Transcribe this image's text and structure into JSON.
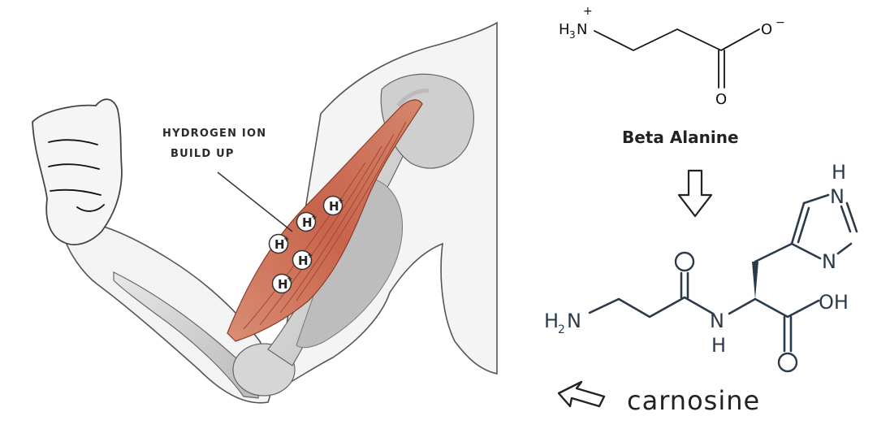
{
  "callout": {
    "line1": "HYDROGEN ION",
    "line2": "BUILD UP"
  },
  "ions": [
    {
      "symbol": "H",
      "charge": "+"
    },
    {
      "symbol": "H",
      "charge": "+"
    },
    {
      "symbol": "H",
      "charge": "+"
    },
    {
      "symbol": "H",
      "charge": "+"
    },
    {
      "symbol": "H",
      "charge": "+"
    }
  ],
  "beta_alanine": {
    "name": "Beta Alanine",
    "amine_group": "H",
    "amine_subscript": "3",
    "amine_atom": "N",
    "amine_charge": "+",
    "carboxylate_oxygen": "O",
    "carboxylate_charge": "−",
    "carbonyl_oxygen": "O"
  },
  "carnosine": {
    "name": "carnosine",
    "amine_group": "H",
    "amine_subscript": "2",
    "amine_atom": "N",
    "amide_oxygen": "O",
    "amide_n": "N",
    "amide_h": "H",
    "acid_oh": "OH",
    "acid_oxygen": "O",
    "ring_nh_n": "N",
    "ring_nh_h": "H",
    "ring_n": "N"
  },
  "arrows": {
    "down": "down-arrow-icon",
    "back": "left-arrow-icon"
  }
}
